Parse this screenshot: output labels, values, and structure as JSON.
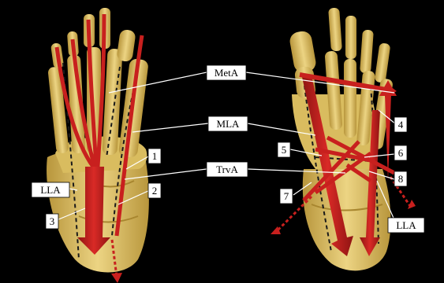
{
  "figure": {
    "colors": {
      "background": "#000000",
      "bone": "#e3c76a",
      "bone_shadow": "#b8963c",
      "arrow": "#c8201e",
      "arrow_dark": "#8e1412",
      "label_box": "#ffffff",
      "leader_line": "#ffffff",
      "dashed_line": "#1a1a1a"
    },
    "labels": {
      "meta": "MetA",
      "mla": "MLA",
      "trva": "TrvA",
      "lla_left": "LLA",
      "lla_right": "LLA",
      "n1": "1",
      "n2": "2",
      "n3": "3",
      "n4": "4",
      "n5": "5",
      "n6": "6",
      "n7": "7",
      "n8": "8"
    }
  }
}
